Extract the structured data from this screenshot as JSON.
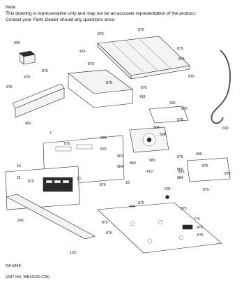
{
  "note": {
    "line1": "Note:",
    "line2": "This drawing is representative only and may not be an accurate representation of the product.",
    "line3": "Contact your Parts Dealer should any questions arise."
  },
  "callouts": [
    "875",
    "875",
    "416",
    "999",
    "875",
    "875",
    "875",
    "875",
    "875",
    "875",
    "875",
    "875",
    "418",
    "875",
    "402",
    "426",
    "875",
    "875",
    "600",
    "801",
    "599",
    "7",
    "875",
    "875",
    "875",
    "962",
    "980",
    "875",
    "984",
    "880",
    "875",
    "400",
    "875",
    "880",
    "984",
    "16",
    "21",
    "875",
    "13",
    "875",
    "19",
    "410",
    "875",
    "875",
    "605",
    "266",
    "404",
    "875",
    "875",
    "770",
    "875",
    "978",
    "875",
    "875",
    "133"
  ],
  "footer": {
    "code": "RA-5943",
    "art_no": "(ART NO. WB15210 C29)"
  }
}
